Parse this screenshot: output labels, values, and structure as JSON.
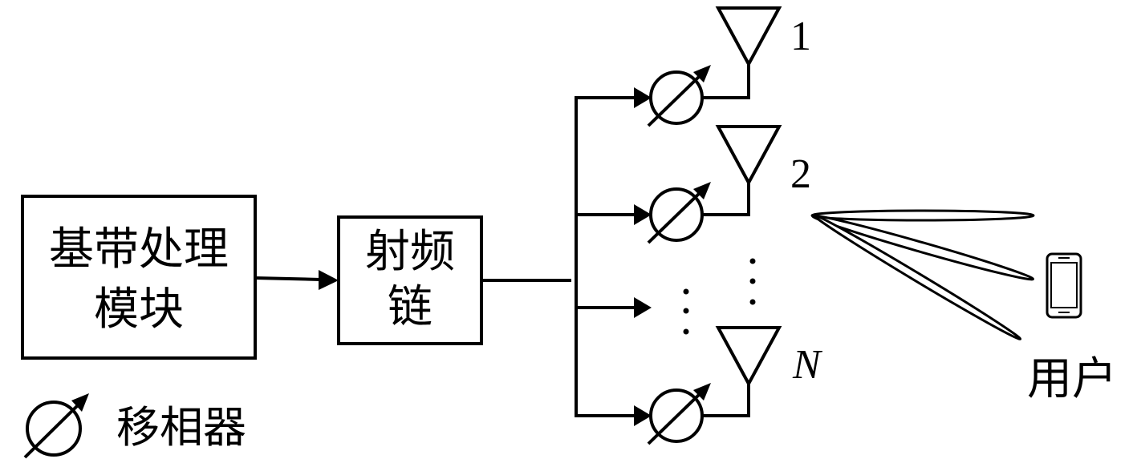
{
  "baseband_block": {
    "line1": "基带处理",
    "line2": "模块"
  },
  "rf_chain_block": {
    "line1": "射频",
    "line2": "链"
  },
  "antennas": [
    {
      "label": "1"
    },
    {
      "label": "2"
    },
    {
      "label": "N"
    }
  ],
  "user": {
    "label": "用户"
  },
  "legend": {
    "phase_shifter_label": "移相器"
  }
}
